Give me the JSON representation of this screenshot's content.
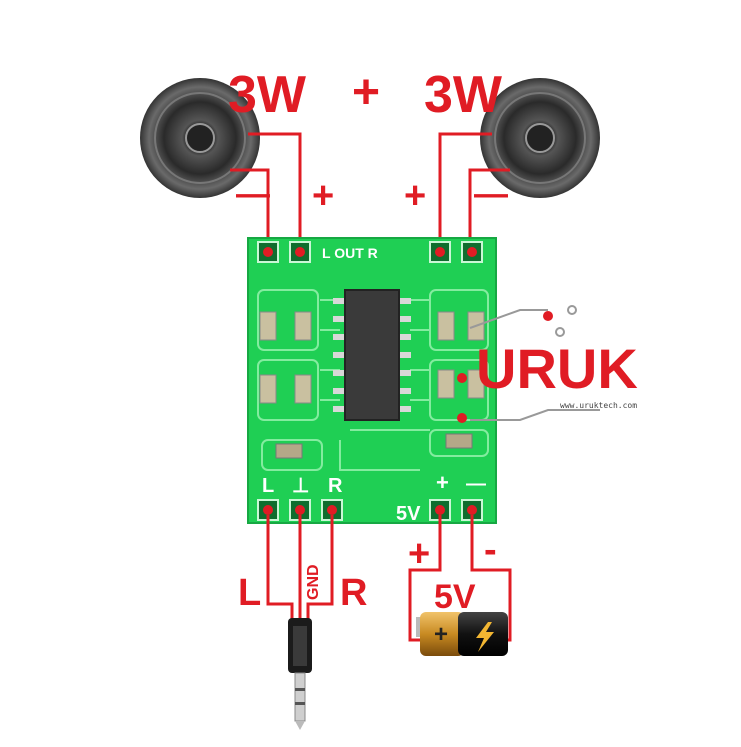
{
  "power_labels": {
    "left": "3W",
    "plus": "+",
    "right": "3W"
  },
  "left_speaker": {
    "minus": "—",
    "plus": "+"
  },
  "right_speaker": {
    "plus": "+",
    "minus": "—"
  },
  "board": {
    "out_label": "L  OUT  R",
    "input_label_l": "L",
    "input_label_gnd": "⊥",
    "input_label_r": "R",
    "power_label_5v": "5V",
    "power_label_plus": "+",
    "power_label_minus": "—"
  },
  "input_wires": {
    "l": "L",
    "gnd": "GND",
    "r": "R"
  },
  "supply": {
    "plus": "+",
    "minus": "-",
    "voltage": "5V"
  },
  "logo": {
    "name": "URUK",
    "url": "www.uruktech.com"
  },
  "colors": {
    "wire": "#e01c24",
    "pcb": "#1fcf54",
    "label": "#e01c24"
  }
}
